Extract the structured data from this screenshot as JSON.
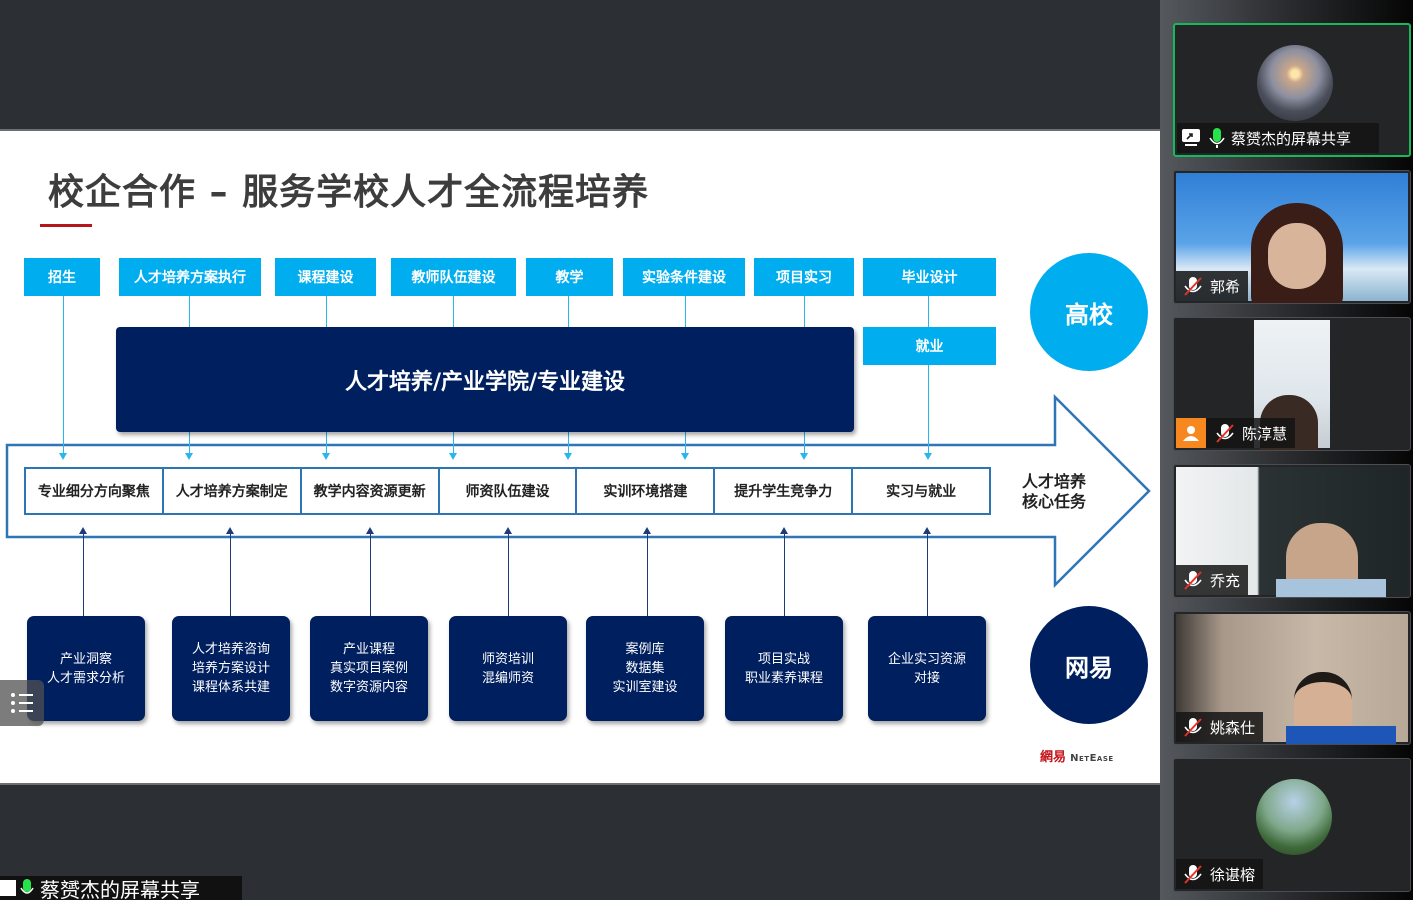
{
  "slide": {
    "title": "校企合作 – 服务学校人才全流程培养",
    "top_tasks": [
      "招生",
      "人才培养方案执行",
      "课程建设",
      "教师队伍建设",
      "教学",
      "实验条件建设",
      "项目实习",
      "毕业设计"
    ],
    "employment_box": "就业",
    "main_bar": "人才培养/产业学院/专业建设",
    "school_circle": "高校",
    "core_tasks": [
      "专业细分方向聚焦",
      "人才培养方案制定",
      "教学内容资源更新",
      "师资队伍建设",
      "实训环境搭建",
      "提升学生竞争力",
      "实习与就业"
    ],
    "core_label_line1": "人才培养",
    "core_label_line2": "核心任务",
    "company_circle": "网易",
    "services": [
      {
        "lines": [
          "产业洞察",
          "人才需求分析"
        ]
      },
      {
        "lines": [
          "人才培养咨询",
          "培养方案设计",
          "课程体系共建"
        ]
      },
      {
        "lines": [
          "产业课程",
          "真实项目案例",
          "数字资源内容"
        ]
      },
      {
        "lines": [
          "师资培训",
          "混编师资"
        ]
      },
      {
        "lines": [
          "案例库",
          "数据集",
          "实训室建设"
        ]
      },
      {
        "lines": [
          "项目实战",
          "职业素养课程"
        ]
      },
      {
        "lines": [
          "企业实习资源",
          "对接"
        ]
      }
    ],
    "logo_cn": "網易",
    "logo_en": "NetEase",
    "colors": {
      "light_blue": "#00aeef",
      "navy": "#001f5f",
      "arrow_outline": "#2e75b6",
      "title_accent": "#b5151b"
    }
  },
  "screen_share": {
    "label": "蔡赟杰的屏幕共享"
  },
  "participants": [
    {
      "name": "蔡赟杰的屏幕共享",
      "mic": "active",
      "sharing": true,
      "type": "avatar",
      "active_speaker": true
    },
    {
      "name": "郭希",
      "mic": "muted",
      "type": "video"
    },
    {
      "name": "陈淳慧",
      "mic": "muted",
      "type": "video",
      "host_badge": true
    },
    {
      "name": "乔充",
      "mic": "muted",
      "type": "video"
    },
    {
      "name": "姚森仕",
      "mic": "muted",
      "type": "video"
    },
    {
      "name": "徐谌榕",
      "mic": "muted",
      "type": "avatar"
    }
  ]
}
